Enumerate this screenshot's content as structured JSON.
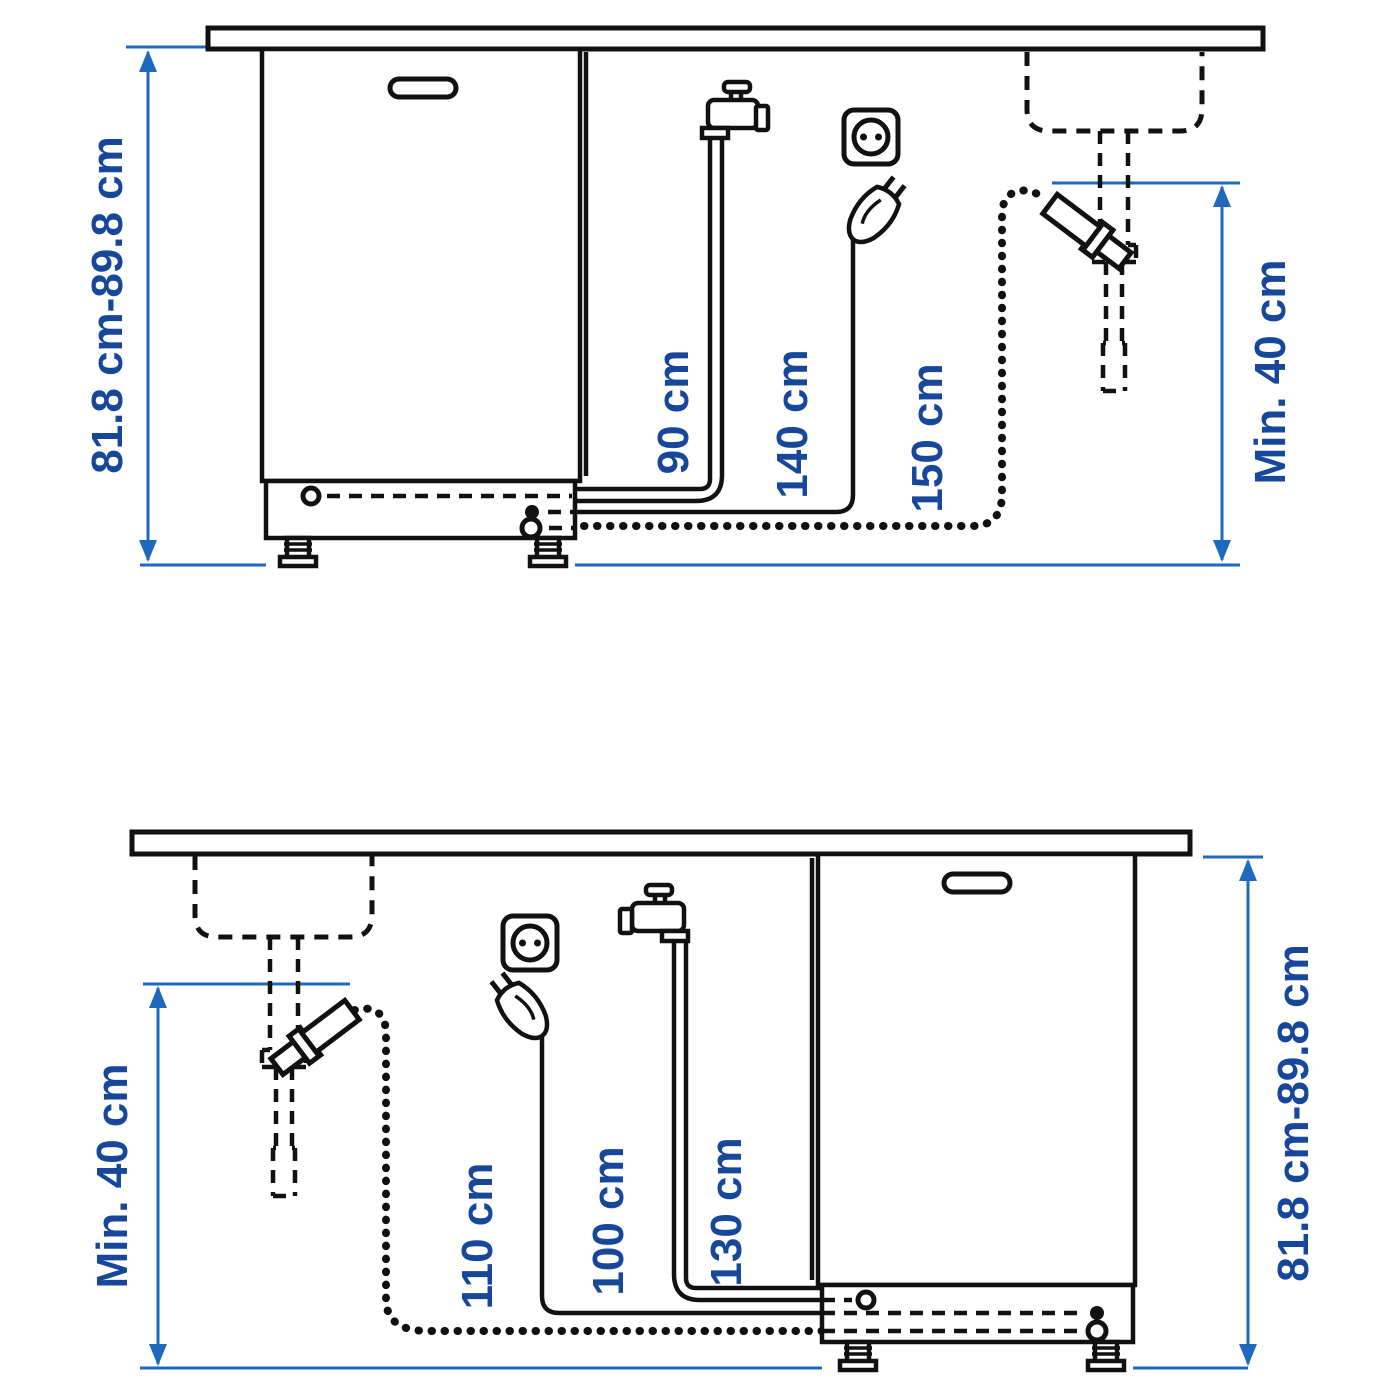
{
  "colors": {
    "ink": "#111111",
    "dim-line": "#1E68BD",
    "label-text": "#17479B",
    "bg": "#FFFFFF"
  },
  "top_diagram": {
    "height_label": "81.8 cm-89.8 cm",
    "supply_hose_label": "90 cm",
    "power_cord_label": "140 cm",
    "drain_hose_label": "150 cm",
    "drain_height_label": "Min. 40 cm"
  },
  "bottom_diagram": {
    "drain_height_label": "Min. 40 cm",
    "drain_hose_label": "110 cm",
    "power_cord_label": "100 cm",
    "supply_hose_label": "130 cm",
    "height_label": "81.8 cm-89.8 cm"
  }
}
